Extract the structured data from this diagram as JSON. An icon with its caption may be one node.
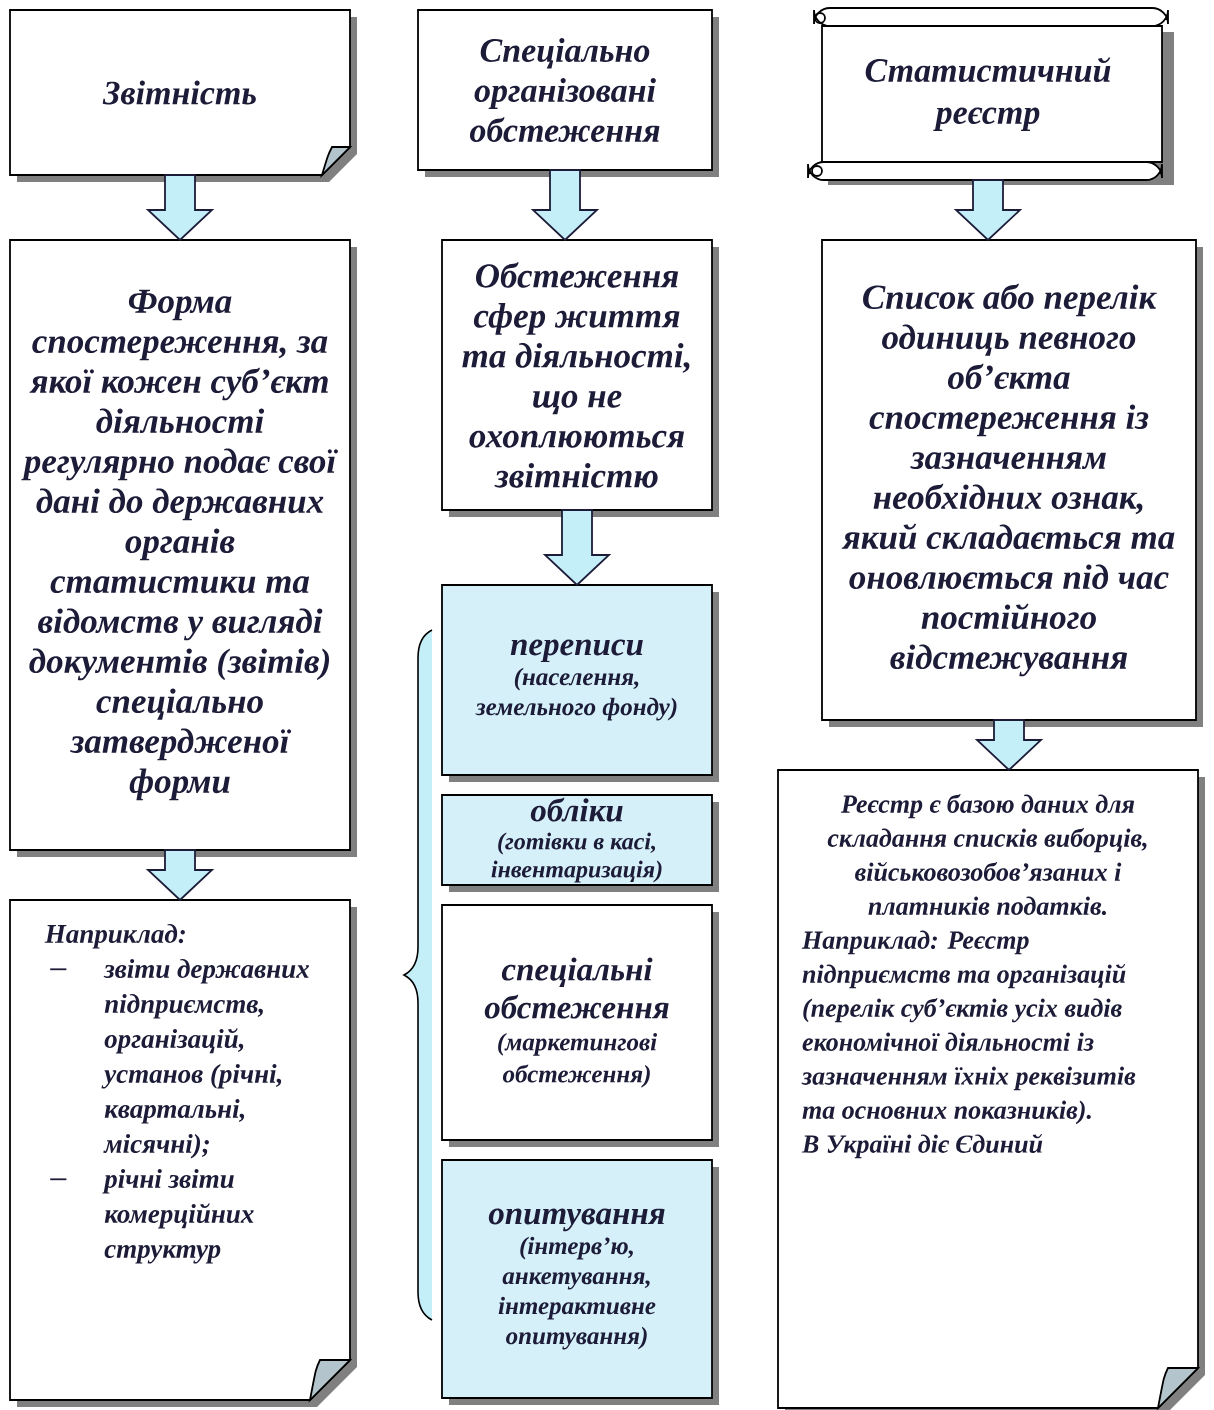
{
  "diagram": {
    "nodes": [
      {
        "text": [
          "Звітність"
        ]
      },
      {
        "text": [
          "Спеціально організовані обстеження"
        ]
      },
      {
        "text": [
          "Статистичний реєстр"
        ]
      },
      {
        "text": [
          "Форма спостереження, за якої кожен суб’єкт діяльності регулярно подає свої дані до державних органів статистики та відомств у вигляді документів (звітів) спеціально затвердженої форми"
        ]
      },
      {
        "text": [
          "Обстеження сфер життя та діяльності, що не охоплюються звітністю"
        ]
      },
      {
        "text": [
          "Список або перелік одиниць певного об’єкта спостереження із зазначенням необхідних ознак, який складається та оновлюється під час постійного відстежування"
        ]
      },
      {
        "text": [
          "Наприклад:",
          "звіти державних підприємств, організацій, установ (річні, квартальні, місячні);",
          "річні звіти комерційних структур"
        ]
      },
      {
        "text": [
          "переписи",
          "(населення, земельного фонду)"
        ]
      },
      {
        "text": [
          "обліки",
          "(готівки в касі, інвентаризація)"
        ]
      },
      {
        "text": [
          "спеціальні обстеження",
          "(маркетингові обстеження)"
        ]
      },
      {
        "text": [
          "опитування",
          "(інтерв’ю, анкетування, інтерактивне опитування)"
        ]
      },
      {
        "text": [
          "Реєстр є базою даних для складання списків виборців, військовозобов’язаних і платників податків.",
          "Наприклад: Реєстр підприємств та організацій (перелік суб’єктів усіх видів економічної діяльності із зазначенням їхніх реквізитів та основних показників).",
          "В Україні діє Єдиний"
        ]
      }
    ],
    "edges": [
      {
        "from": 0,
        "to": 3,
        "arrow": "to"
      },
      {
        "from": 1,
        "to": 4,
        "arrow": "to"
      },
      {
        "from": 2,
        "to": 5,
        "arrow": "to"
      },
      {
        "from": 3,
        "to": 6,
        "arrow": "to"
      },
      {
        "from": 4,
        "to": 7,
        "arrow": "to"
      },
      {
        "from": 5,
        "to": 11,
        "arrow": "to"
      }
    ]
  }
}
